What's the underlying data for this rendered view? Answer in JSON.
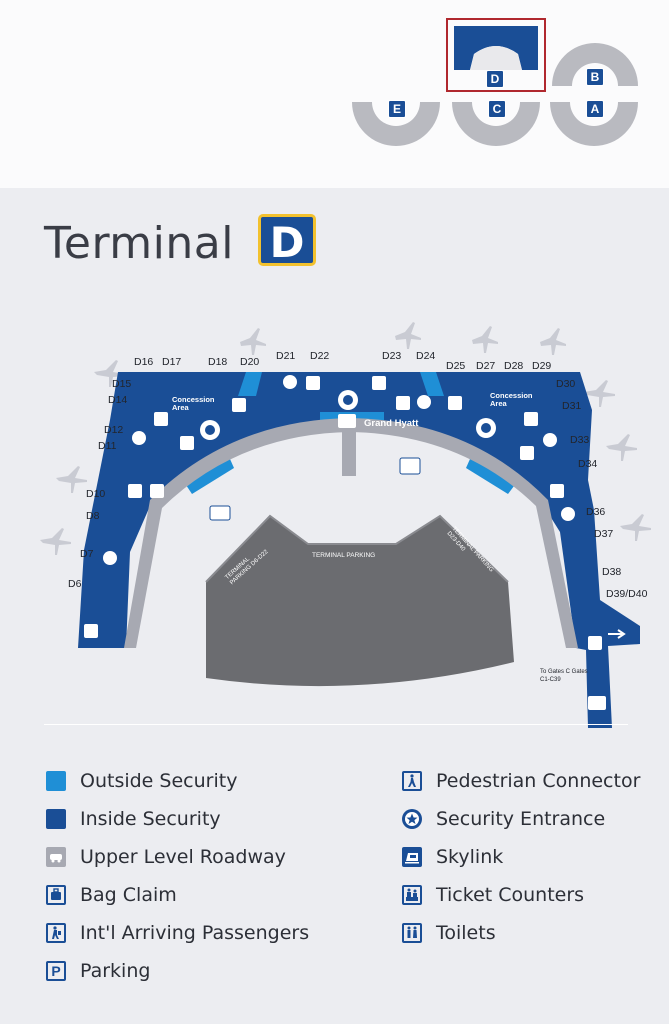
{
  "header": {
    "mini_map": {
      "terminals": [
        "D",
        "B",
        "E",
        "C",
        "A"
      ],
      "selected": "D"
    },
    "title": "Terminal",
    "terminal_letter": "D"
  },
  "map": {
    "gates": [
      "D16",
      "D17",
      "D18",
      "D20",
      "D21",
      "D22",
      "D23",
      "D24",
      "D25",
      "D27",
      "D28",
      "D29",
      "D15",
      "D14",
      "D12",
      "D11",
      "D10",
      "D8",
      "D7",
      "D6",
      "D30",
      "D31",
      "D33",
      "D34",
      "D36",
      "D37",
      "D38",
      "D39/D40"
    ],
    "labels": {
      "concession_left": "Concession Area",
      "concession_right": "Concession Area",
      "hotel": "Grand Hyatt",
      "parking_main": "TERMINAL PARKING",
      "parking_left": "TERMINAL PARKING D6-D22",
      "parking_right": "TERMINAL PARKING D23-D40",
      "to_gates": "To Gates C Gates C1-C39"
    }
  },
  "legend": {
    "outside_security": "Outside Security",
    "inside_security": "Inside Security",
    "upper_level_roadway": "Upper Level Roadway",
    "bag_claim": "Bag Claim",
    "intl_arriving": "Int'l Arriving Passengers",
    "parking": "Parking",
    "pedestrian_connector": "Pedestrian Connector",
    "security_entrance": "Security Entrance",
    "skylink": "Skylink",
    "ticket_counters": "Ticket Counters",
    "toilets": "Toilets"
  },
  "colors": {
    "inside_security": "#1a4e96",
    "outside_security": "#1f8fd6",
    "roadway": "#a7a9b2",
    "parking_garage": "#6b6c70",
    "badge_outline": "#f2c12e",
    "selected_outline": "#b0282e"
  }
}
